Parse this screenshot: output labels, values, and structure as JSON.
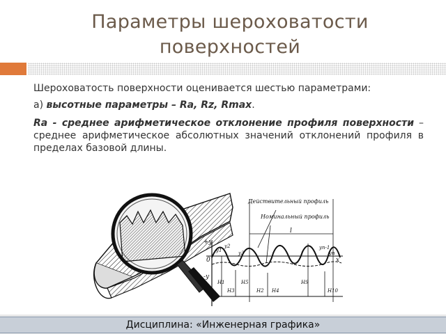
{
  "slide": {
    "title_line1": "Параметры шероховатости",
    "title_line2": "поверхностей"
  },
  "body": {
    "p1": "Шероховатость поверхности оценивается шестью параметрами:",
    "p2_prefix": "а) ",
    "p2_bold": "высотные параметры – Ra, Rz, Rmax",
    "p2_suffix": ".",
    "p3_bold": "Ra - среднее арифметическое отклонение профиля поверхности",
    "p3_rest": " – среднее арифметическое абсолютных значений отклонений профиля в пределах базовой длины."
  },
  "figure": {
    "label_actual": "Действительный профиль",
    "label_nominal": "Номинальный профиль",
    "label_l": "l",
    "label_plus_y": "+y",
    "label_minus_y": "-y",
    "label_zero": "0",
    "label_x": "x",
    "y_labels": [
      "y1",
      "y2",
      "y3",
      "yn-1",
      "yn"
    ],
    "h_labels": [
      "H1",
      "H3",
      "H5",
      "H9",
      "H2",
      "H4",
      "H10"
    ]
  },
  "footer": {
    "text": "Дисциплина: «Инженерная графика»"
  }
}
